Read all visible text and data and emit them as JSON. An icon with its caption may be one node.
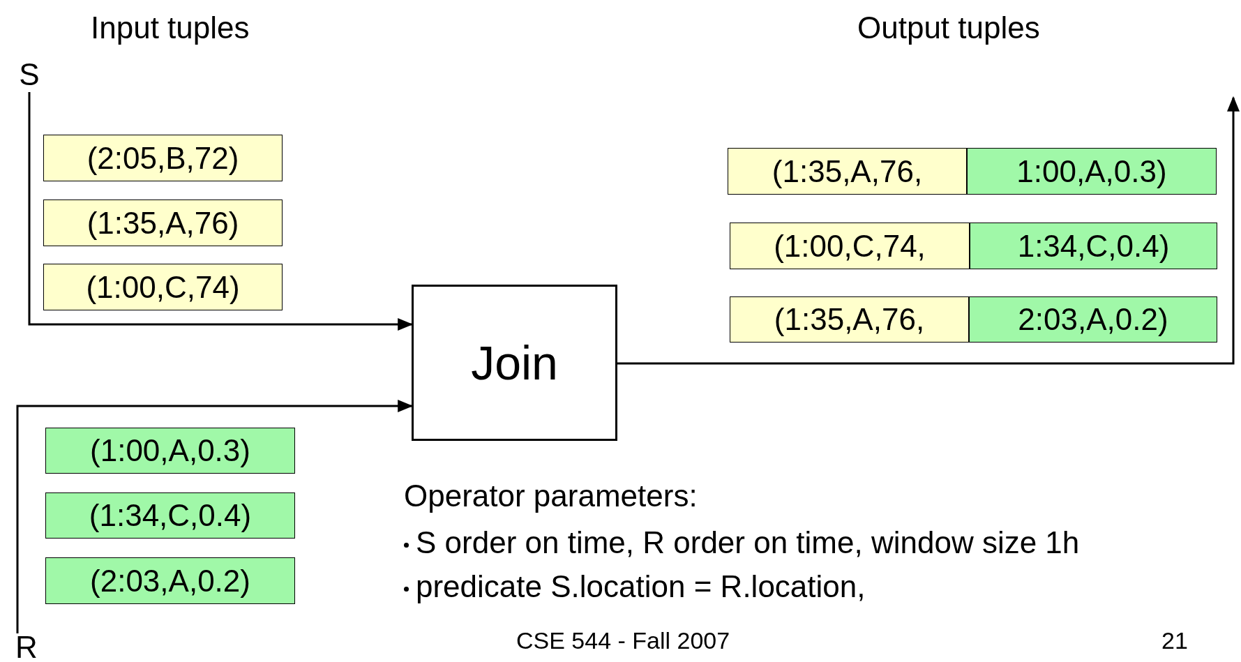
{
  "diagram": {
    "nodes": [
      {
        "text": [
          "S"
        ]
      },
      {
        "text": [
          "(2:05,B,72)"
        ]
      },
      {
        "text": [
          "(1:35,A,76)"
        ]
      },
      {
        "text": [
          "(1:00,C,74)"
        ]
      },
      {
        "text": [
          "R"
        ]
      },
      {
        "text": [
          "(1:00,A,0.3)"
        ]
      },
      {
        "text": [
          "(1:34,C,0.4)"
        ]
      },
      {
        "text": [
          "(2:03,A,0.2)"
        ]
      },
      {
        "text": [
          "Join"
        ]
      },
      {
        "text": [
          "(1:35,A,76,"
        ]
      },
      {
        "text": [
          "1:00,A,0.3)"
        ]
      },
      {
        "text": [
          "(1:00,C,74,"
        ]
      },
      {
        "text": [
          "1:34,C,0.4)"
        ]
      },
      {
        "text": [
          "(1:35,A,76,"
        ]
      },
      {
        "text": [
          "2:03,A,0.2)"
        ]
      }
    ],
    "edges": [
      {
        "from": 0,
        "to": 8,
        "arrow": "to"
      },
      {
        "from": 4,
        "to": 8,
        "arrow": "to"
      },
      {
        "from": 8,
        "to": null,
        "arrow": "to"
      }
    ],
    "labels": [
      "Input tuples",
      "Output tuples",
      "Operator parameters:",
      "S order on time, R order on time, window size 1h",
      "predicate S.location = R.location,",
      "CSE 544 - Fall 2007",
      "21"
    ]
  }
}
